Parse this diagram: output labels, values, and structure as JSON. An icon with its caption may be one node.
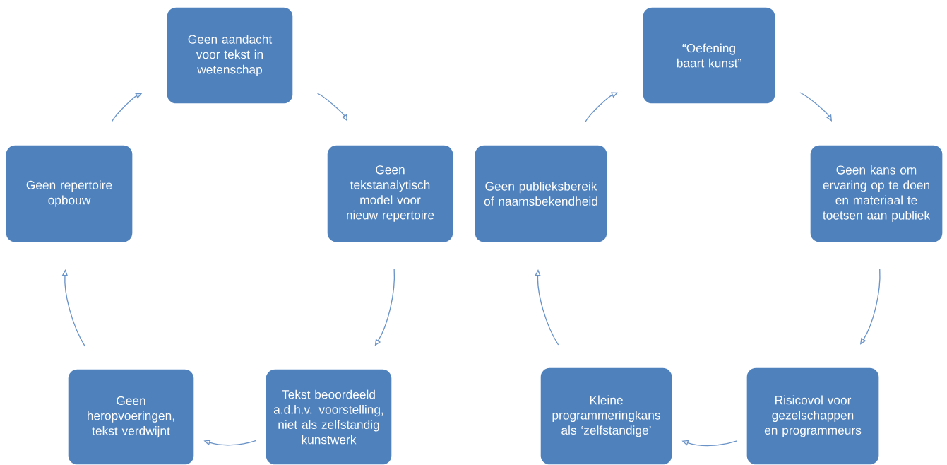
{
  "diagram": {
    "nodes": [
      {
        "text": [
          "Geen aandacht voor tekst in wetenschap"
        ]
      },
      {
        "text": [
          "Geen tekstanalytisch model voor nieuw repertoire"
        ]
      },
      {
        "text": [
          "Tekst beoordeeld a.d.h.v. voorstelling, niet als zelfstandig kunstwerk"
        ]
      },
      {
        "text": [
          "Geen heropvoeringen, tekst verdwijnt"
        ]
      },
      {
        "text": [
          "Geen repertoire opbouw"
        ]
      },
      {
        "text": [
          "“Oefening baart kunst”"
        ]
      },
      {
        "text": [
          "Geen kans om ervaring op te doen en materiaal te toetsen aan publiek"
        ]
      },
      {
        "text": [
          "Risicovol voor gezelschappen en programmeurs"
        ]
      },
      {
        "text": [
          "Kleine programmeringkans als ‘zelfstandige’"
        ]
      },
      {
        "text": [
          "Geen publieksbereik of naamsbekendheid"
        ]
      }
    ],
    "edges": [
      {
        "from": 0,
        "to": 1,
        "arrow": "to"
      },
      {
        "from": 1,
        "to": 2,
        "arrow": "to"
      },
      {
        "from": 2,
        "to": 3,
        "arrow": "to"
      },
      {
        "from": 3,
        "to": 4,
        "arrow": "to"
      },
      {
        "from": 4,
        "to": 0,
        "arrow": "to"
      },
      {
        "from": 5,
        "to": 6,
        "arrow": "to"
      },
      {
        "from": 6,
        "to": 7,
        "arrow": "to"
      },
      {
        "from": 7,
        "to": 8,
        "arrow": "to"
      },
      {
        "from": 8,
        "to": 9,
        "arrow": "to"
      },
      {
        "from": 9,
        "to": 5,
        "arrow": "to"
      }
    ]
  }
}
